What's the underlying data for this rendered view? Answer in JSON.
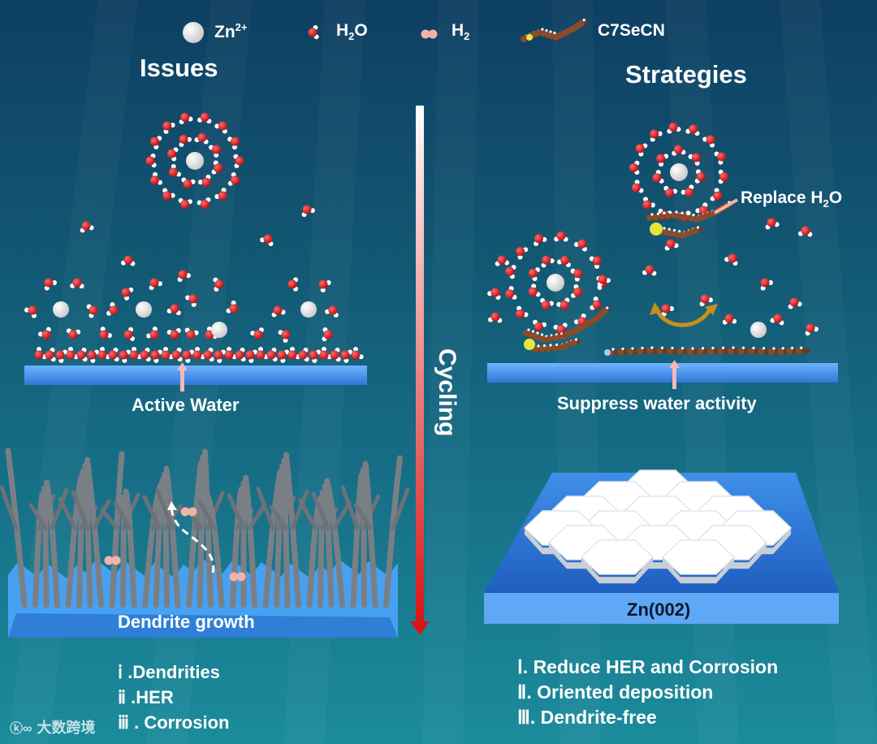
{
  "legend": {
    "zn_label": "Zn",
    "zn_sup": "2+",
    "h2o_label": "H",
    "h2o_sub": "2",
    "h2o_tail": "O",
    "h2_label": "H",
    "h2_sub": "2",
    "additive_label": "C7SeCN"
  },
  "issues": {
    "title": "Issues",
    "active_water": "Active Water",
    "dendrite_growth": "Dendrite growth",
    "list": [
      "ⅰ .Dendrities",
      "ⅱ .HER",
      "ⅲ . Corrosion"
    ]
  },
  "center": {
    "cycling": "Cycling"
  },
  "strategies": {
    "title": "Strategies",
    "replace_label": "Replace H",
    "replace_sub": "2",
    "replace_tail": "O",
    "suppress": "Suppress water activity",
    "zn_plane": "Zn(002)",
    "list": [
      "Ⅰ. Reduce HER and  Corrosion",
      "Ⅱ. Oriented deposition",
      "Ⅲ. Dendrite-free"
    ]
  },
  "watermark": "大数跨境",
  "colors": {
    "water_o": "#e0121b",
    "water_h": "#ffffff",
    "zn_ion": "#f4f4f4",
    "h2": "#f2b2a8",
    "substrate": "#4d9cf5",
    "arrow_red": "#d91616",
    "chain": "#8b4a2a"
  }
}
